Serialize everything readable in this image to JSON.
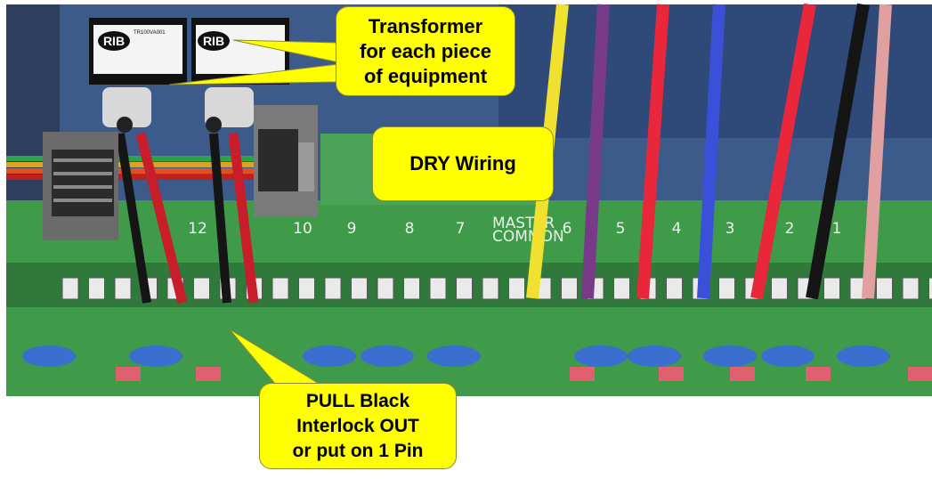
{
  "callouts": {
    "transformer": [
      "Transformer",
      "for each piece",
      "of equipment"
    ],
    "dry_wiring": "DRY Wiring",
    "interlock": [
      "PULL Black",
      "Interlock OUT",
      "or put on 1 Pin"
    ]
  },
  "transformer_labels": {
    "brand": "RIB",
    "model": "TR100VA001"
  },
  "board_labels": {
    "zones": [
      "12",
      "10",
      "9",
      "8",
      "7",
      "6",
      "5",
      "4",
      "3",
      "2",
      "1"
    ],
    "master_common": [
      "MASTER",
      "COMMON"
    ]
  },
  "colors": {
    "callout": "#ffff00",
    "board": "#3f9a4a",
    "enclosure": "#3d5b8a"
  }
}
